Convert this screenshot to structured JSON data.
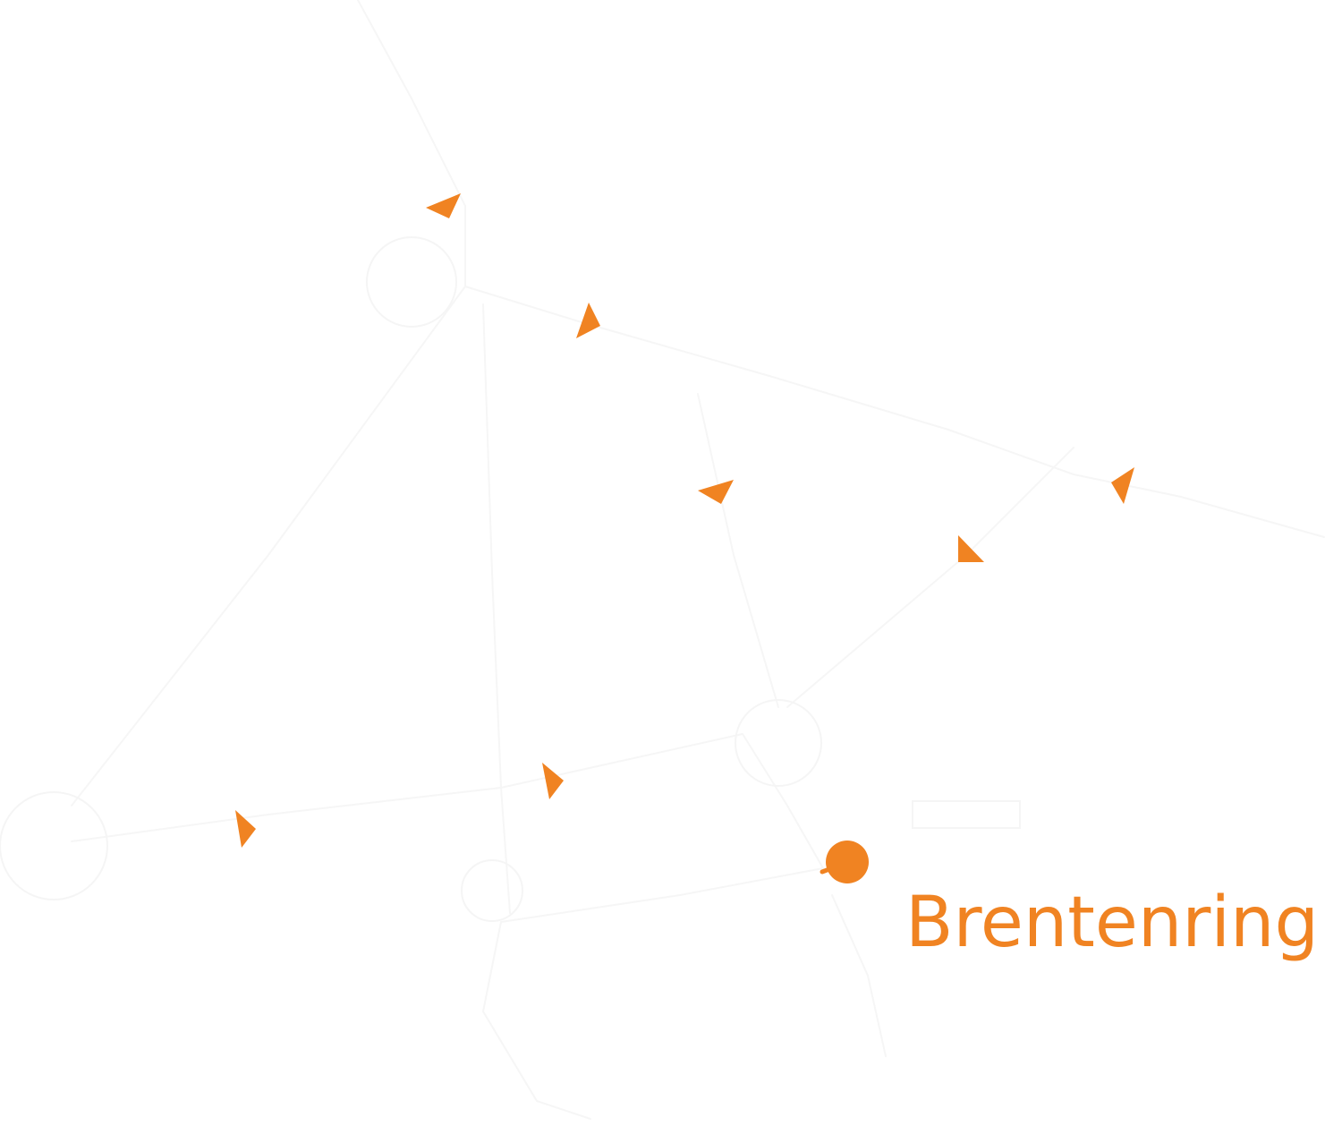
{
  "colors": {
    "accent": "#f08322",
    "faint": "#f6f6f6",
    "background": "#ffffff"
  },
  "current_location": {
    "name": "Brentenring"
  },
  "direction_markers": [
    {
      "id": "marker-1",
      "icon": "direction-arrow-icon"
    },
    {
      "id": "marker-2",
      "icon": "direction-arrow-icon"
    },
    {
      "id": "marker-3",
      "icon": "direction-arrow-icon"
    },
    {
      "id": "marker-4",
      "icon": "direction-arrow-icon"
    },
    {
      "id": "marker-5",
      "icon": "direction-arrow-icon"
    },
    {
      "id": "marker-6",
      "icon": "direction-arrow-icon"
    },
    {
      "id": "marker-7",
      "icon": "direction-arrow-icon"
    },
    {
      "id": "marker-8",
      "icon": "direction-arrow-icon"
    }
  ]
}
